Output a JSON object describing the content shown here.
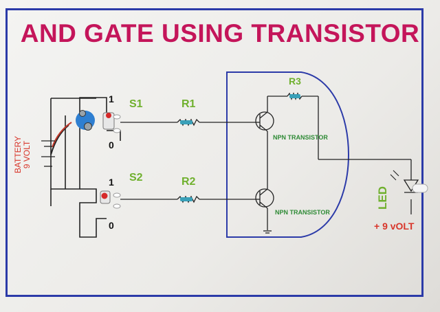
{
  "title": "AND GATE USING TRANSISTOR",
  "battery": {
    "label": "BATTERY",
    "voltage": "9 VOLT"
  },
  "switch1": {
    "name": "S1",
    "on": "1",
    "off": "0"
  },
  "switch2": {
    "name": "S2",
    "on": "1",
    "off": "0"
  },
  "resistors": {
    "r1": "R1",
    "r2": "R2",
    "r3": "R3"
  },
  "transistor1_label": "NPN TRANSISTOR",
  "transistor2_label": "NPN TRANSISTOR",
  "led": {
    "label": "LED",
    "supply": "+ 9 vOLT"
  },
  "colors": {
    "title": "#c4155a",
    "frame": "#2b3aa8",
    "component_labels": "#6fb02d",
    "battery_label": "#d8352a"
  }
}
